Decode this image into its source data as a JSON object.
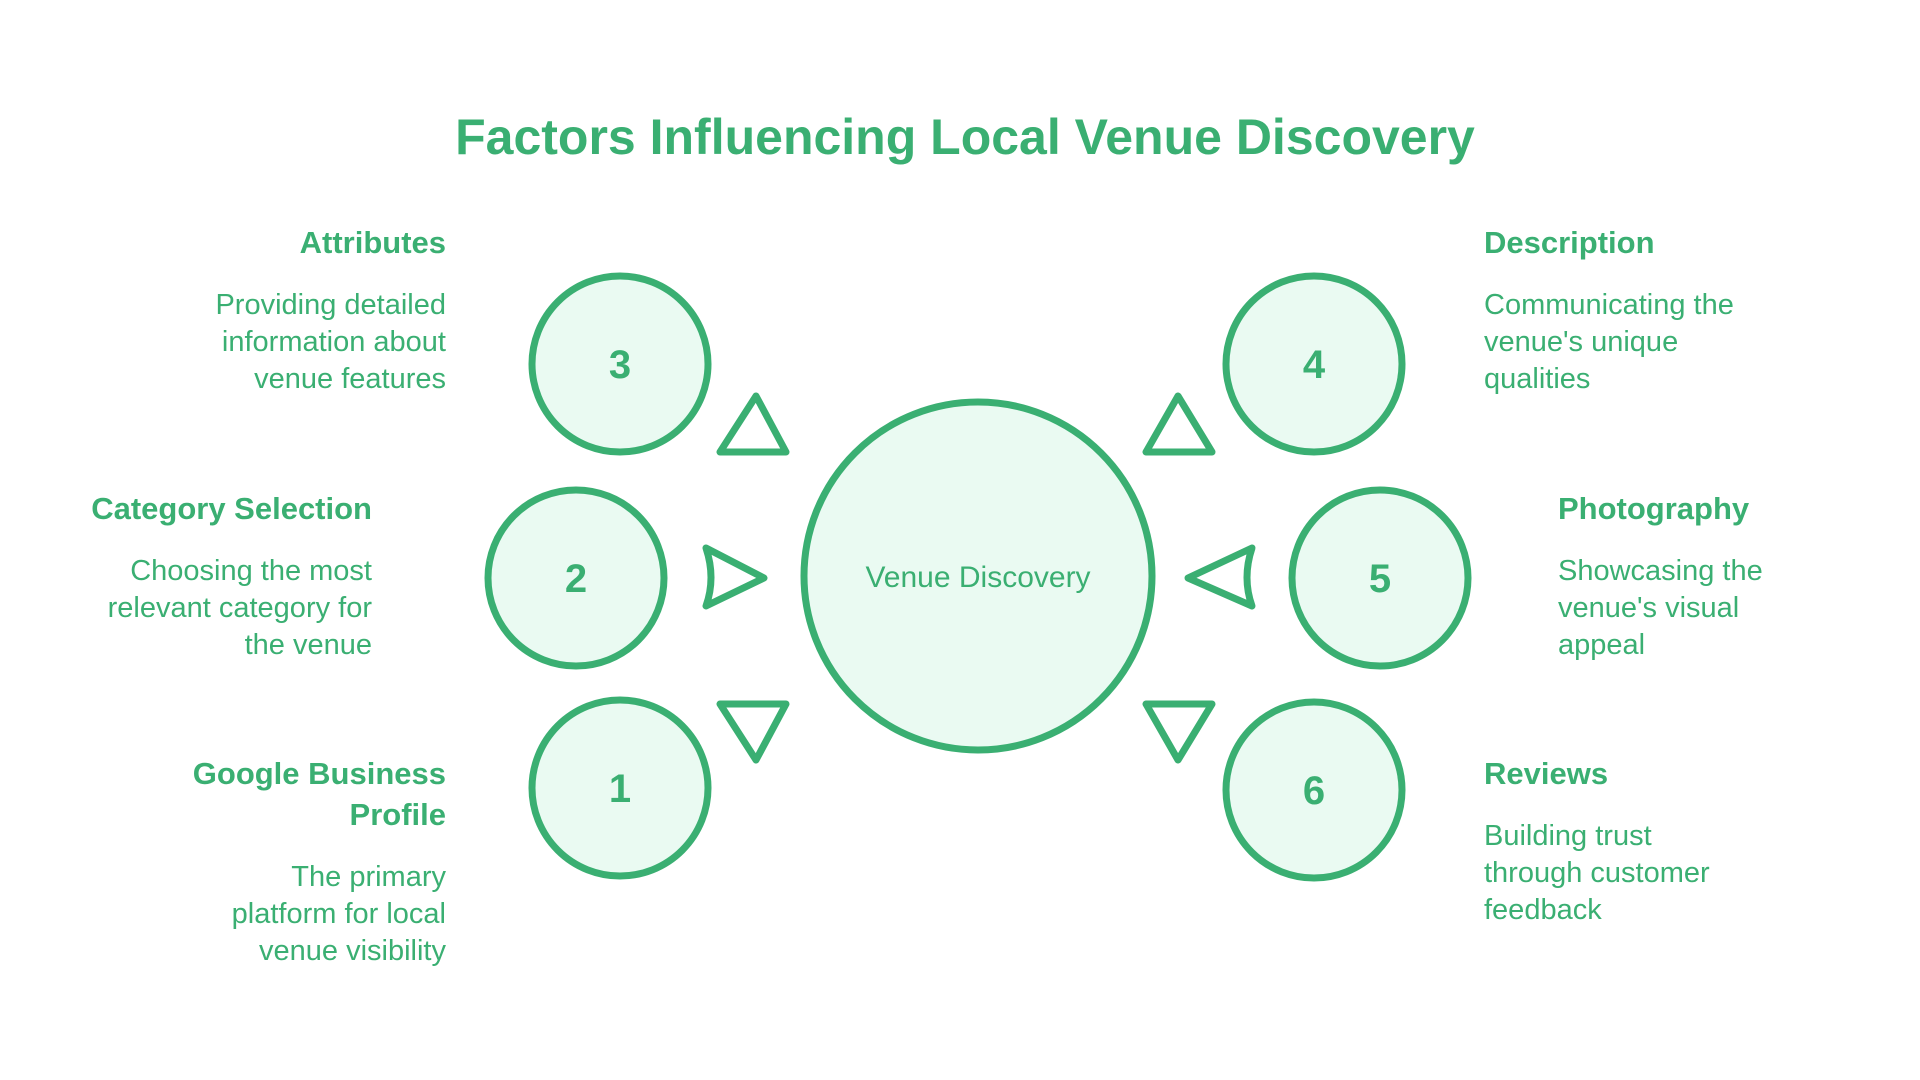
{
  "title": "Factors Influencing Local Venue Discovery",
  "center": {
    "label": "Venue Discovery"
  },
  "factors": [
    {
      "number": "1",
      "title": "Google Business Profile",
      "description": "The primary platform for local venue visibility"
    },
    {
      "number": "2",
      "title": "Category Selection",
      "description": "Choosing the most relevant category for the venue"
    },
    {
      "number": "3",
      "title": "Attributes",
      "description": "Providing detailed information about venue features"
    },
    {
      "number": "4",
      "title": "Description",
      "description": "Communicating the venue's unique qualities"
    },
    {
      "number": "5",
      "title": "Photography",
      "description": "Showcasing the venue's visual appeal"
    },
    {
      "number": "6",
      "title": "Reviews",
      "description": "Building trust through customer feedback"
    }
  ],
  "colors": {
    "accent": "#3aaf72",
    "fill": "#eafaf2",
    "background": "#ffffff"
  }
}
